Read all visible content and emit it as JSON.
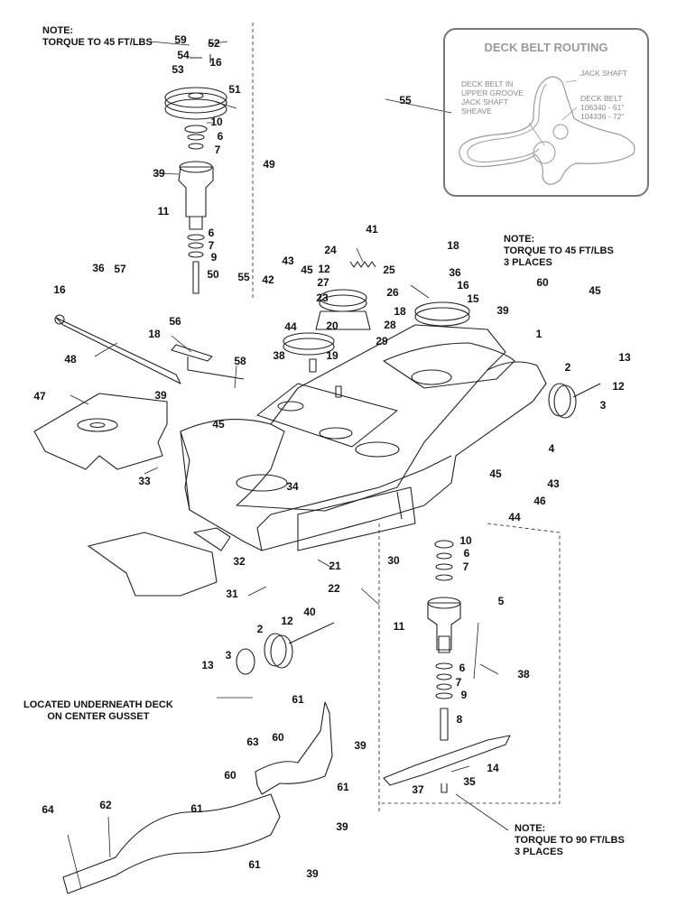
{
  "notes": {
    "top_left": [
      "NOTE:",
      "TORQUE TO 45 FT/LBS"
    ],
    "pulleys": [
      "NOTE:",
      "TORQUE TO 45 FT/LBS",
      "3 PLACES"
    ],
    "gusset": [
      "LOCATED UNDERNEATH DECK",
      "ON CENTER GUSSET"
    ],
    "blades": [
      "NOTE:",
      "TORQUE TO 90 FT/LBS",
      "3 PLACES"
    ]
  },
  "routing": {
    "title": "DECK BELT ROUTING",
    "left_text": [
      "DECK BELT IN",
      "UPPER GROOVE",
      "JACK SHAFT",
      "SHEAVE"
    ],
    "jack_shaft": "JACK SHAFT",
    "deck_belt": [
      "DECK BELT",
      "106340 - 61\"",
      "104336 - 72\""
    ]
  },
  "callouts": [
    "59",
    "52",
    "54",
    "16",
    "53",
    "51",
    "10",
    "6",
    "7",
    "39",
    "11",
    "49",
    "6",
    "7",
    "9",
    "50",
    "55",
    "42",
    "43",
    "45",
    "41",
    "24",
    "25",
    "12",
    "27",
    "26",
    "23",
    "18",
    "20",
    "28",
    "29",
    "18",
    "36",
    "16",
    "15",
    "60",
    "45",
    "39",
    "1",
    "13",
    "2",
    "12",
    "3",
    "4",
    "36",
    "57",
    "16",
    "48",
    "56",
    "18",
    "58",
    "38",
    "44",
    "19",
    "47",
    "39",
    "45",
    "33",
    "34",
    "32",
    "31",
    "45",
    "43",
    "46",
    "44",
    "10",
    "6",
    "7",
    "21",
    "30",
    "22",
    "5",
    "40",
    "12",
    "2",
    "3",
    "13",
    "11",
    "6",
    "7",
    "9",
    "38",
    "8",
    "14",
    "35",
    "37",
    "61",
    "60",
    "39",
    "63",
    "60",
    "61",
    "61",
    "39",
    "62",
    "64",
    "61",
    "39",
    "55"
  ]
}
